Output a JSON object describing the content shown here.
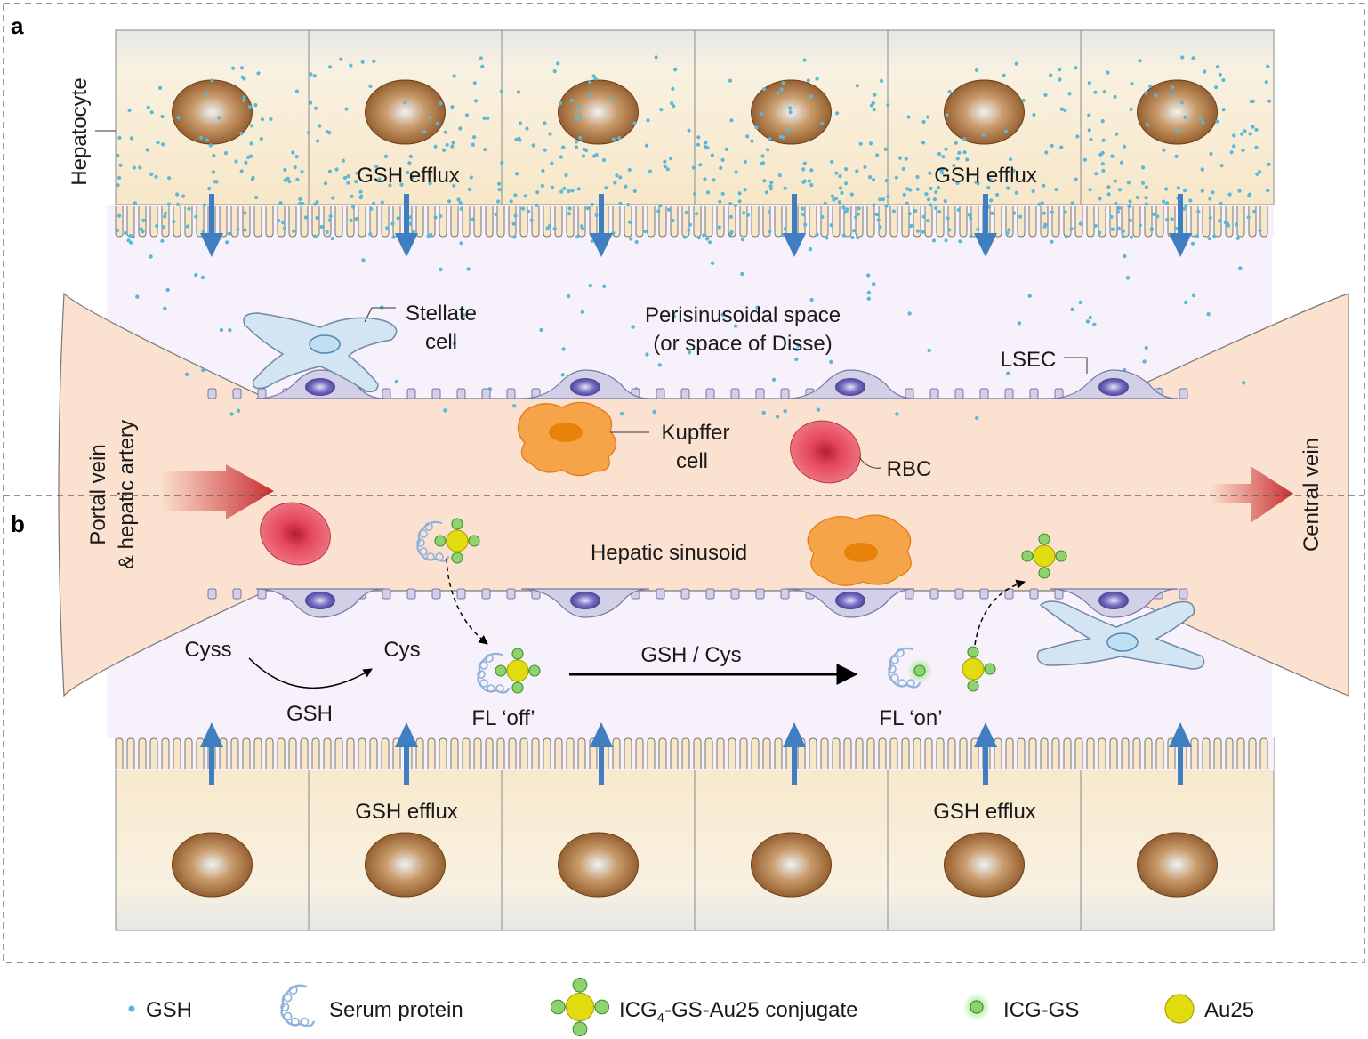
{
  "panels": {
    "a": "a",
    "b": "b"
  },
  "labels": {
    "hepatocyte": "Hepatocyte",
    "gsh_efflux": "GSH efflux",
    "stellate_1": "Stellate",
    "stellate_2": "cell",
    "disse_1": "Perisinusoidal space",
    "disse_2": "(or space of Disse)",
    "lsec": "LSEC",
    "kupffer_1": "Kupffer",
    "kupffer_2": "cell",
    "rbc": "RBC",
    "portal_1": "Portal vein",
    "portal_2": "& hepatic artery",
    "central": "Central vein",
    "sinusoid": "Hepatic sinusoid",
    "cyss": "Cyss",
    "cys": "Cys",
    "gsh": "GSH",
    "gsh_cys": "GSH / Cys",
    "fl_off": "FL ‘off’",
    "fl_on": "FL ‘on’"
  },
  "legend": {
    "gsh": "GSH",
    "serum_protein": "Serum protein",
    "conjugate_pre": "ICG",
    "conjugate_sub": "4",
    "conjugate_post": "-GS-Au25 conjugate",
    "icg_gs": "ICG-GS",
    "au25": "Au25"
  },
  "colors": {
    "gsh_dot": "#5bb8d8",
    "arrow": "#3f7fc1",
    "cytoplasm": "#f6ecd6",
    "nucleus": "#9a6232",
    "sinusoid": "#fbe1cf",
    "disse": "#f6f1fb",
    "lsec": "#d2d0e6",
    "lsec_nucleus": "#5b53a8",
    "stellate": "#d3e4f3",
    "kupffer": "#f6a44a",
    "rbc": "#e4475b",
    "au25": "#e0dc10",
    "icg": "#8fd36c",
    "protein": "#8fb2dd"
  }
}
